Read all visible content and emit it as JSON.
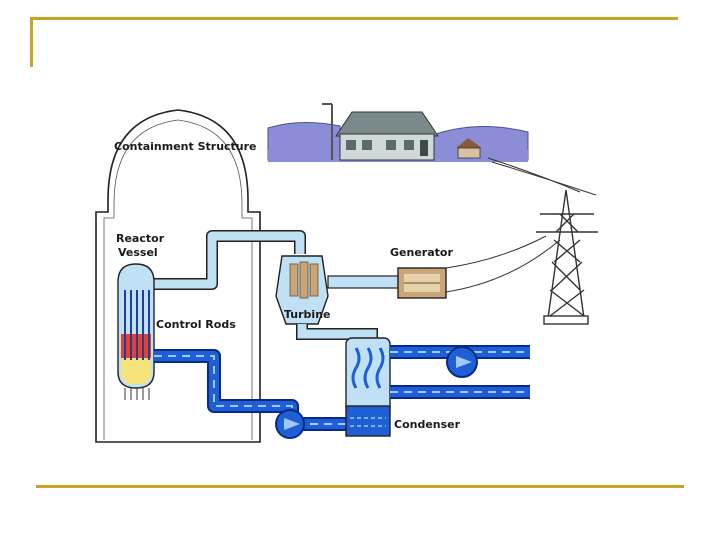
{
  "labels": {
    "containment": "Containment Structure",
    "reactor_line1": "Reactor",
    "reactor_line2": "Vessel",
    "control_rods": "Control Rods",
    "generator": "Generator",
    "turbine": "Turbine",
    "condenser": "Condenser"
  },
  "colors": {
    "frame": "#c9a227",
    "steam": "#bfe0f5",
    "water": "#1f5fd6",
    "water_dark": "#0a2a88",
    "outline": "#222222",
    "sky": "#8b8ed6",
    "fuel_hot": "#e8402a",
    "fuel_warm": "#f6e27a"
  }
}
